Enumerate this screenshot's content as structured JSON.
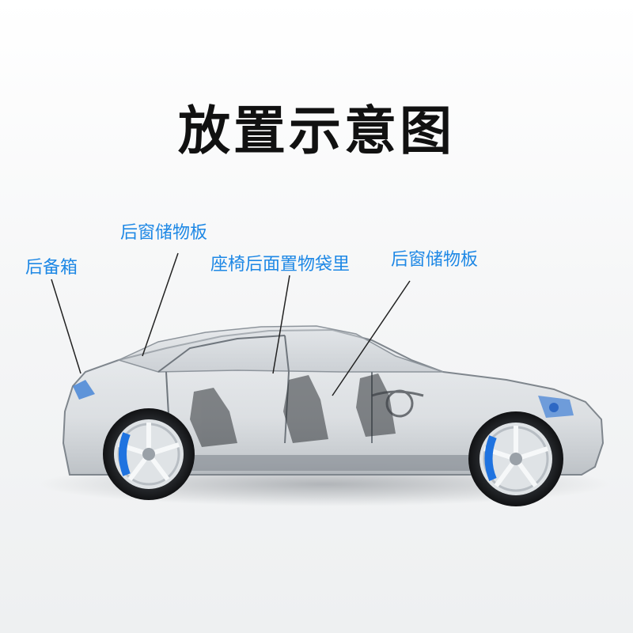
{
  "title": "放置示意图",
  "callouts": [
    {
      "label": "后窗储物板",
      "color": "#1e88e5"
    },
    {
      "label": "后备箱",
      "color": "#1e88e5"
    },
    {
      "label": "座椅后面置物袋里",
      "color": "#1e88e5"
    },
    {
      "label": "后窗储物板",
      "color": "#1e88e5"
    }
  ]
}
